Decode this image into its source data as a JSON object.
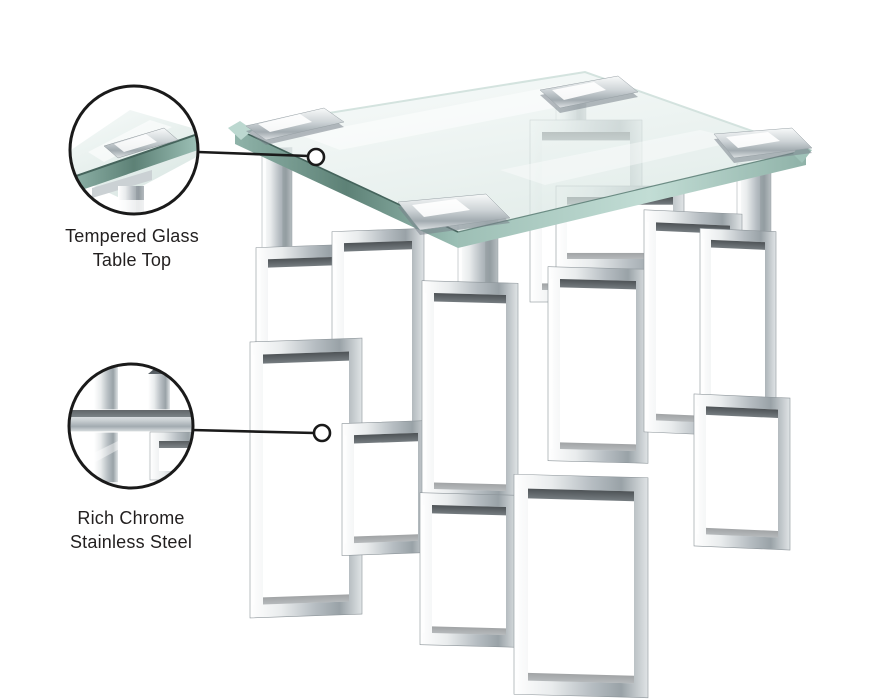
{
  "figure": {
    "background": "#ffffff",
    "subject": "glass-top chrome end table"
  },
  "callouts": [
    {
      "id": "tempered-glass",
      "line1": "Tempered Glass",
      "line2": "Table Top"
    },
    {
      "id": "rich-chrome",
      "line1": "Rich Chrome",
      "line2": "Stainless Steel"
    }
  ],
  "colors": {
    "outline": "#1a1a1a",
    "text": "#221f1f",
    "glass_edge": "#5d8176",
    "glass_surface": "#e4efec",
    "chrome_light": "#f4f6f7",
    "chrome_mid": "#c3c9cd",
    "chrome_dark": "#3c4247"
  }
}
